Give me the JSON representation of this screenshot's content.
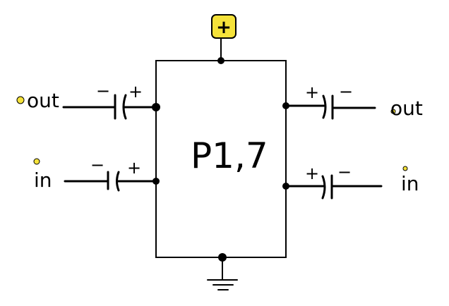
{
  "chip": {
    "label": "P1,7"
  },
  "supply": {
    "symbol": "+",
    "color": "#f5e23a"
  },
  "colors": {
    "ink": "#000000",
    "accent": "#f5e23a"
  },
  "pins": {
    "left_top": {
      "label": "out",
      "cap_left_sign": "−",
      "cap_right_sign": "+"
    },
    "left_bottom": {
      "label": "in",
      "cap_left_sign": "−",
      "cap_right_sign": "+"
    },
    "right_top": {
      "label": "out",
      "cap_left_sign": "+",
      "cap_right_sign": "−"
    },
    "right_bottom": {
      "label": "in",
      "cap_left_sign": "+",
      "cap_right_sign": "−"
    }
  },
  "ground": {
    "icon": "ground-icon"
  }
}
